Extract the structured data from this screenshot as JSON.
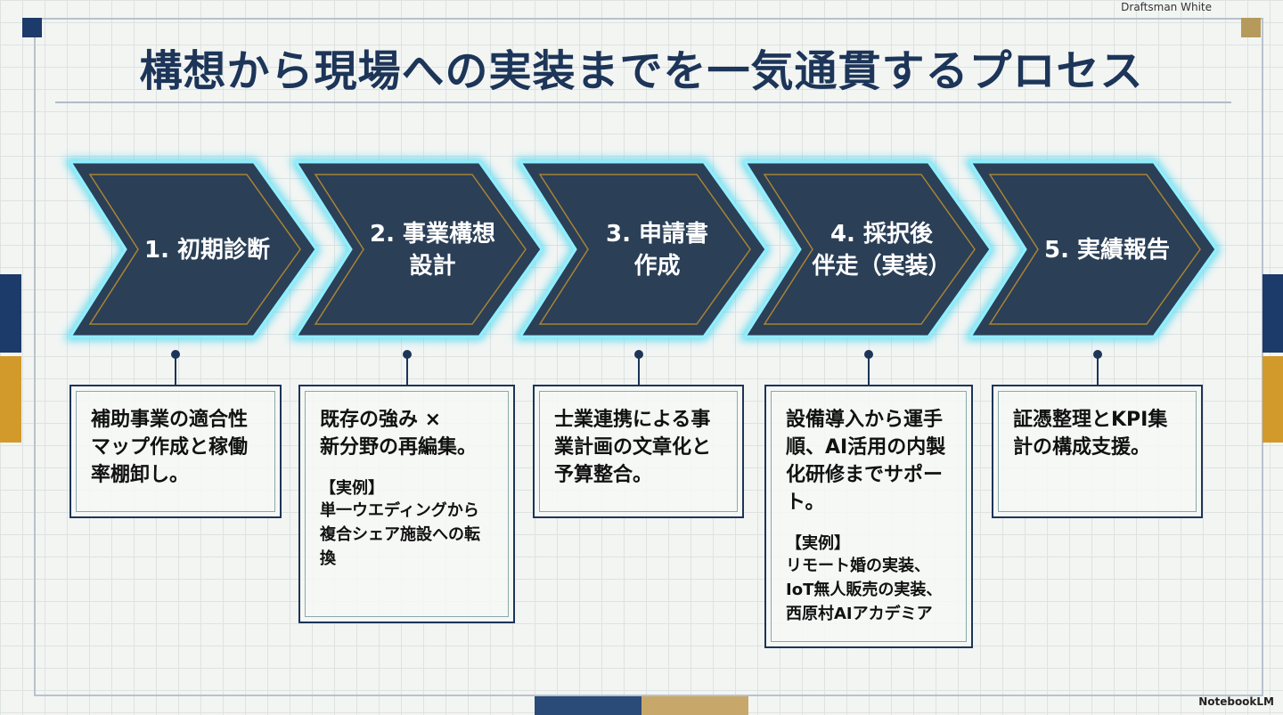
{
  "brand": "Draftsman White",
  "footer": "NotebookLM",
  "title": "構想から現場への実装までを一気通貫するプロセス",
  "steps": [
    {
      "label": "1. 初期診断",
      "desc": "補助事業の適合性マップ作成と稼働率棚卸し。"
    },
    {
      "label": "2. 事業構想\n設計",
      "desc": "既存の強み ×\n新分野の再編集。",
      "example_heading": "【実例】",
      "example": "単一ウエディングから複合シェア施設への転換"
    },
    {
      "label": "3. 申請書\n作成",
      "desc": "士業連携による事業計画の文章化と予算整合。"
    },
    {
      "label": "4. 採択後\n伴走（実装）",
      "desc": "設備導入から運手順、AI活用の内製化研修までサポート。",
      "example_heading": "【実例】",
      "example": "リモート婚の実装、\nIoT無人販売の実装、\n西原村AIアカデミア"
    },
    {
      "label": "5. 実績報告",
      "desc": "証憑整理とKPI集計の構成支援。"
    }
  ],
  "colors": {
    "navy": "#1c3558",
    "gold": "#c8952a",
    "cyan": "#4fd8f0"
  }
}
